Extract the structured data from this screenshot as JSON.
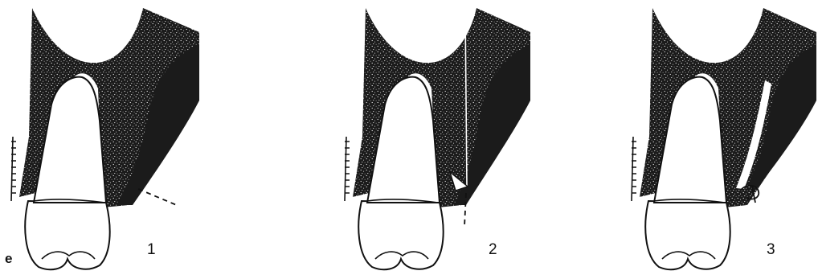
{
  "figure": {
    "panel_letter": "e",
    "steps": [
      {
        "number": "1"
      },
      {
        "number": "2"
      },
      {
        "number": "3"
      }
    ]
  },
  "colors": {
    "bone": "#1b1b1b",
    "speckle": "#ffffff",
    "outline": "#111111",
    "background": "#ffffff"
  }
}
